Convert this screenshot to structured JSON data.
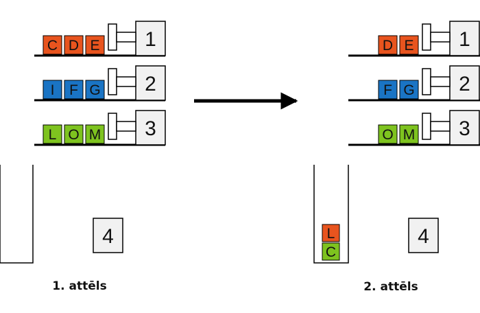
{
  "colors": {
    "orange": "#e8541e",
    "blue": "#1a74c4",
    "green": "#7ec31f",
    "box_fill": "#f1f1f1",
    "line": "#000000"
  },
  "figure1": {
    "caption": "1. attēls",
    "shelves": [
      {
        "number": "1",
        "color": "orange",
        "blocks": [
          "C",
          "D",
          "E"
        ]
      },
      {
        "number": "2",
        "color": "blue",
        "blocks": [
          "I",
          "F",
          "G"
        ]
      },
      {
        "number": "3",
        "color": "green",
        "blocks": [
          "L",
          "O",
          "M"
        ]
      }
    ],
    "box4": "4",
    "bin_stack": []
  },
  "figure2": {
    "caption": "2. attēls",
    "shelves": [
      {
        "number": "1",
        "color": "orange",
        "blocks": [
          "D",
          "E"
        ]
      },
      {
        "number": "2",
        "color": "blue",
        "blocks": [
          "F",
          "G"
        ]
      },
      {
        "number": "3",
        "color": "green",
        "blocks": [
          "O",
          "M"
        ]
      }
    ],
    "box4": "4",
    "bin_stack": [
      {
        "label": "L",
        "color": "orange"
      },
      {
        "label": "C",
        "color": "green"
      }
    ]
  }
}
